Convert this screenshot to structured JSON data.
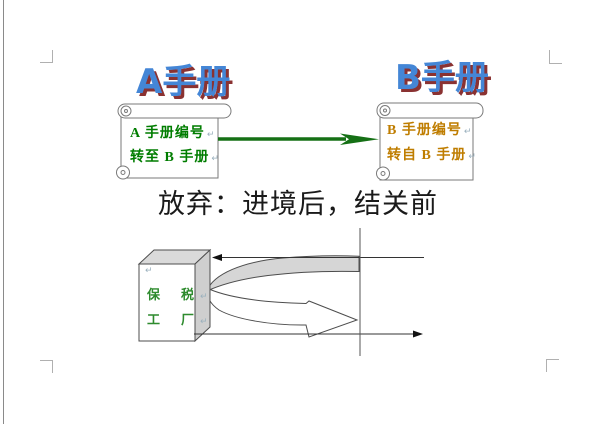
{
  "page": {
    "background": "#ffffff",
    "left_edge_line_color": "#8a8a8a",
    "text_boundary_mark_color": "#b0b0b0"
  },
  "diagram_top": {
    "manual_a": {
      "title": "A手册",
      "body_line1": "A 手册编号",
      "body_line2": "转至 B 手册",
      "text_color": "#007d00"
    },
    "manual_b": {
      "title": "B手册",
      "body_line1": "B 手册编号",
      "body_line2": "转自 B 手册",
      "text_color": "#bf7d00"
    },
    "wordart_style": {
      "fill": "#4486d6",
      "shadow": "#8a3232"
    },
    "transfer_arrow": {
      "color": "#157015",
      "direction": "left-to-right"
    },
    "scroll_outline_color": "#7a7a7a"
  },
  "caption": {
    "text": "放弃：进境后，结关前",
    "color": "#1a1a1a"
  },
  "diagram_bottom": {
    "factory_box": {
      "line1": "保　税",
      "line2": "工　厂",
      "text_color": "#2e8b2e",
      "face_fill": "#ffffff",
      "side_fill": "#d6d6d6"
    },
    "curved_arrow_top_fill": "#d6d6d6",
    "curved_arrow_front_fill": "#ffffff",
    "line_color": "#333333"
  },
  "marks": {
    "line_break": "↵"
  }
}
